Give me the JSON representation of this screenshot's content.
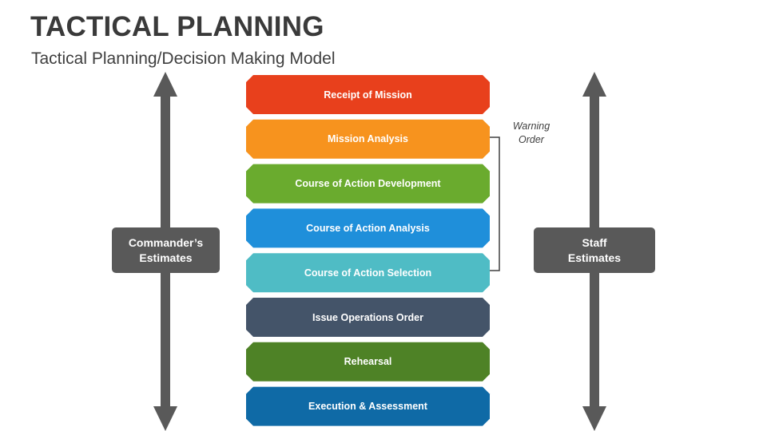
{
  "header": {
    "title": "TACTICAL PLANNING",
    "subtitle": "Tactical Planning/Decision Making Model"
  },
  "steps": [
    {
      "label": "Receipt of Mission",
      "color": "#e8401c"
    },
    {
      "label": "Mission Analysis",
      "color": "#f7931e"
    },
    {
      "label": "Course of Action Development",
      "color": "#6aab2e"
    },
    {
      "label": "Course of Action Analysis",
      "color": "#1f8fda"
    },
    {
      "label": "Course of Action Selection",
      "color": "#4fbcc5"
    },
    {
      "label": "Issue Operations Order",
      "color": "#445469"
    },
    {
      "label": "Rehearsal",
      "color": "#4e8226"
    },
    {
      "label": "Execution & Assessment",
      "color": "#0f6aa6"
    }
  ],
  "bracket_note": "Warning\nOrder",
  "left_box": "Commander’s\nEstimates",
  "right_box": "Staff\nEstimates",
  "colors": {
    "arrow": "#595959",
    "box": "#595959",
    "text_dark": "#3a3a3a"
  }
}
